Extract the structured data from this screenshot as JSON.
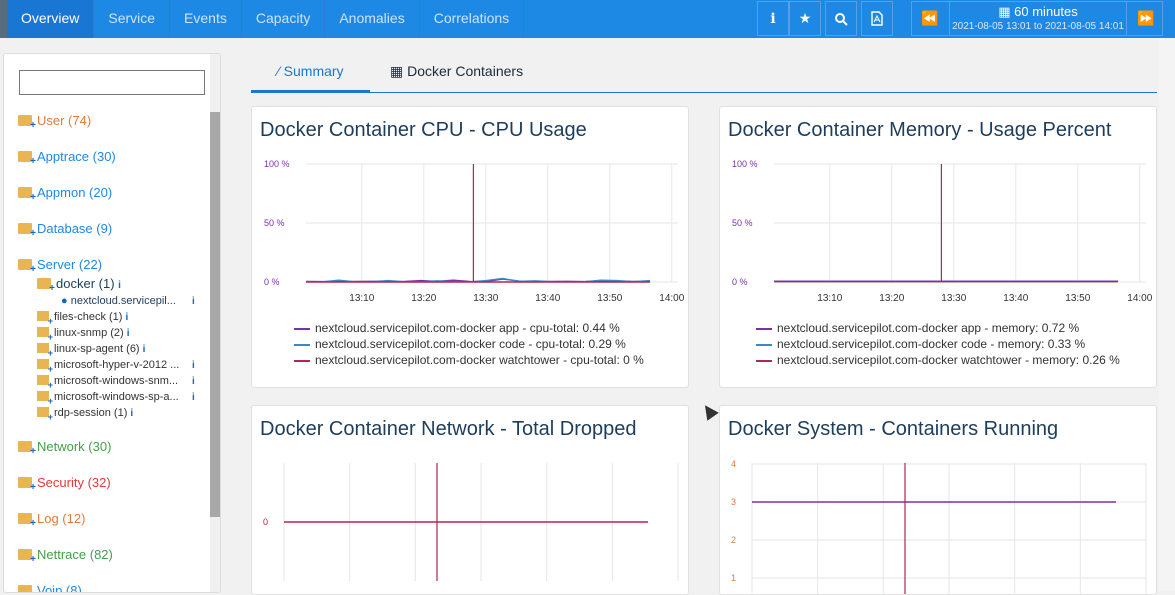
{
  "topbar": {
    "tabs": [
      "Overview",
      "Service",
      "Events",
      "Capacity",
      "Anomalies",
      "Correlations"
    ],
    "icons": [
      "info-icon",
      "star-icon",
      "search-icon",
      "pdf-icon"
    ],
    "time": {
      "duration": "60 minutes",
      "range": "2021-08-05 13:01 to 2021-08-05 14:01"
    }
  },
  "sidebar": {
    "search_value": "",
    "items": [
      {
        "label": "User (74)",
        "color": "#e07b39"
      },
      {
        "label": "Apptrace (30)",
        "color": "#1e88e5"
      },
      {
        "label": "Appmon (20)",
        "color": "#1e88e5"
      },
      {
        "label": "Database (9)",
        "color": "#1e88e5"
      },
      {
        "label": "Server (22)",
        "color": "#1e88e5"
      },
      {
        "label": "Network (30)",
        "color": "#43a047"
      },
      {
        "label": "Security (32)",
        "color": "#e53935"
      },
      {
        "label": "Log (12)",
        "color": "#e07b39"
      },
      {
        "label": "Nettrace (82)",
        "color": "#43a047"
      },
      {
        "label": "Voip (8)",
        "color": "#1e88e5"
      }
    ],
    "server_children": {
      "docker": "docker (1)",
      "docker_child": "nextcloud.servicepil...",
      "others": [
        "files-check (1)",
        "linux-snmp (2)",
        "linux-sp-agent (6)",
        "microsoft-hyper-v-2012 ...",
        "microsoft-windows-snm...",
        "microsoft-windows-sp-a...",
        "rdp-session (1)"
      ]
    }
  },
  "content_tabs": {
    "summary": "Summary",
    "docker": "Docker Containers"
  },
  "cards": {
    "cpu": {
      "title": "Docker Container CPU - CPU Usage",
      "legend": [
        {
          "label": "nextcloud.servicepilot.com-docker app - cpu-total: 0.44 %",
          "color": "#7b2fa8"
        },
        {
          "label": "nextcloud.servicepilot.com-docker code - cpu-total: 0.29 %",
          "color": "#3a86c8"
        },
        {
          "label": "nextcloud.servicepilot.com-docker watchtower - cpu-total: 0 %",
          "color": "#b3264d"
        }
      ]
    },
    "memory": {
      "title": "Docker Container Memory - Usage Percent",
      "legend": [
        {
          "label": "nextcloud.servicepilot.com-docker app - memory: 0.72 %",
          "color": "#7b2fa8"
        },
        {
          "label": "nextcloud.servicepilot.com-docker code - memory: 0.33 %",
          "color": "#3a86c8"
        },
        {
          "label": "nextcloud.servicepilot.com-docker watchtower - memory: 0.26 %",
          "color": "#b3264d"
        }
      ]
    },
    "network": {
      "title": "Docker Container Network - Total Dropped"
    },
    "system": {
      "title": "Docker System - Containers Running"
    }
  },
  "chart_data": [
    {
      "type": "line",
      "x_ticks": [
        "13:10",
        "13:20",
        "13:30",
        "13:40",
        "13:50",
        "14:00"
      ],
      "y_ticks": [
        "100 %",
        "50 %",
        "0 %"
      ],
      "ylim": [
        0,
        100
      ],
      "marker_time": "13:28",
      "series": [
        {
          "name": "nextcloud.servicepilot.com-docker app",
          "color": "#7b2fa8",
          "values": [
            0.5,
            0.4,
            0.3,
            0.5,
            0.6,
            0.4,
            0.5,
            1.2,
            0.6,
            1.5,
            0.5,
            0.4,
            2.5,
            0.8,
            0.4,
            0.5,
            0.6,
            0.4,
            1.0,
            0.8,
            0.5,
            0.4
          ]
        },
        {
          "name": "nextcloud.servicepilot.com-docker code",
          "color": "#3a86c8",
          "values": [
            0.3,
            0.2,
            1.5,
            0.2,
            0.3,
            1.2,
            0.3,
            0.2,
            1.0,
            0.3,
            0.2,
            1.2,
            3.0,
            0.6,
            1.0,
            0.3,
            0.2,
            0.3,
            1.5,
            1.2,
            0.3,
            1.2
          ]
        },
        {
          "name": "nextcloud.servicepilot.com-docker watchtower",
          "color": "#b3264d",
          "values": [
            0,
            0,
            0,
            0,
            0,
            0,
            0,
            0,
            0,
            0,
            0,
            0,
            0,
            0,
            0,
            0,
            0,
            0,
            0,
            0,
            0,
            0
          ]
        }
      ]
    },
    {
      "type": "line",
      "x_ticks": [
        "13:10",
        "13:20",
        "13:30",
        "13:40",
        "13:50",
        "14:00"
      ],
      "y_ticks": [
        "100 %",
        "50 %",
        "0 %"
      ],
      "ylim": [
        0,
        100
      ],
      "marker_time": "13:28",
      "series": [
        {
          "name": "nextcloud.servicepilot.com-docker app",
          "color": "#7b2fa8",
          "values": [
            0.72,
            0.72,
            0.72,
            0.72,
            0.72,
            0.72
          ]
        },
        {
          "name": "nextcloud.servicepilot.com-docker code",
          "color": "#3a86c8",
          "values": [
            0.33,
            0.33,
            0.33,
            0.33,
            0.33,
            0.33
          ]
        },
        {
          "name": "nextcloud.servicepilot.com-docker watchtower",
          "color": "#b3264d",
          "values": [
            0.26,
            0.26,
            0.26,
            0.26,
            0.26,
            0.26
          ]
        }
      ]
    },
    {
      "type": "line",
      "y_ticks": [
        "0"
      ],
      "series": [
        {
          "color": "#b3264d",
          "values": [
            0,
            0,
            0,
            0,
            0,
            0
          ]
        }
      ]
    },
    {
      "type": "line",
      "y_ticks": [
        "4",
        "3",
        "2",
        "1"
      ],
      "ylim": [
        0,
        4
      ],
      "series": [
        {
          "color": "#7b2fa8",
          "values": [
            3,
            3,
            3,
            3,
            3,
            3
          ]
        }
      ]
    }
  ]
}
